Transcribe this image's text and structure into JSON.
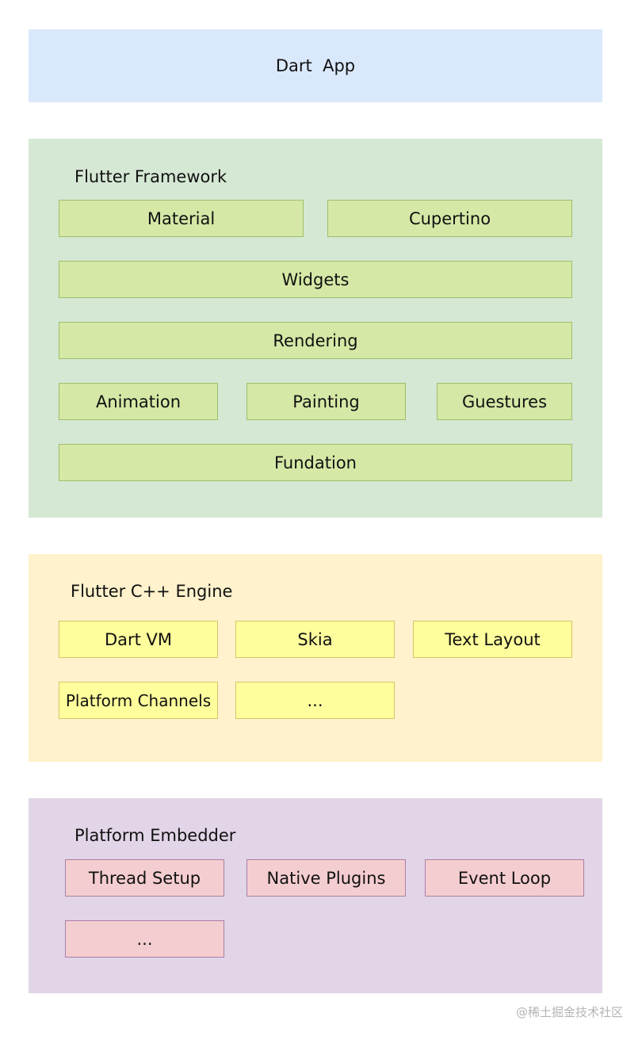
{
  "app_layer": {
    "label": "Dart  App",
    "color": "#dae8fc"
  },
  "framework": {
    "title": "Flutter Framework",
    "color": "#d5e8d4",
    "material": "Material",
    "cupertino": "Cupertino",
    "widgets": "Widgets",
    "rendering": "Rendering",
    "animation": "Animation",
    "painting": "Painting",
    "gestures": "Guestures",
    "foundation": "Fundation"
  },
  "engine": {
    "title": "Flutter C++ Engine",
    "color": "#fff2cc",
    "dart_vm": "Dart VM",
    "skia": "Skia",
    "text_layout": "Text Layout",
    "platform_channels": "Platform Channels",
    "more": "..."
  },
  "embedder": {
    "title": "Platform Embedder",
    "color": "#e1d5e7",
    "thread_setup": "Thread Setup",
    "native_plugins": "Native Plugins",
    "event_loop": "Event Loop",
    "more": "..."
  },
  "watermark": "@稀土掘金技术社区"
}
